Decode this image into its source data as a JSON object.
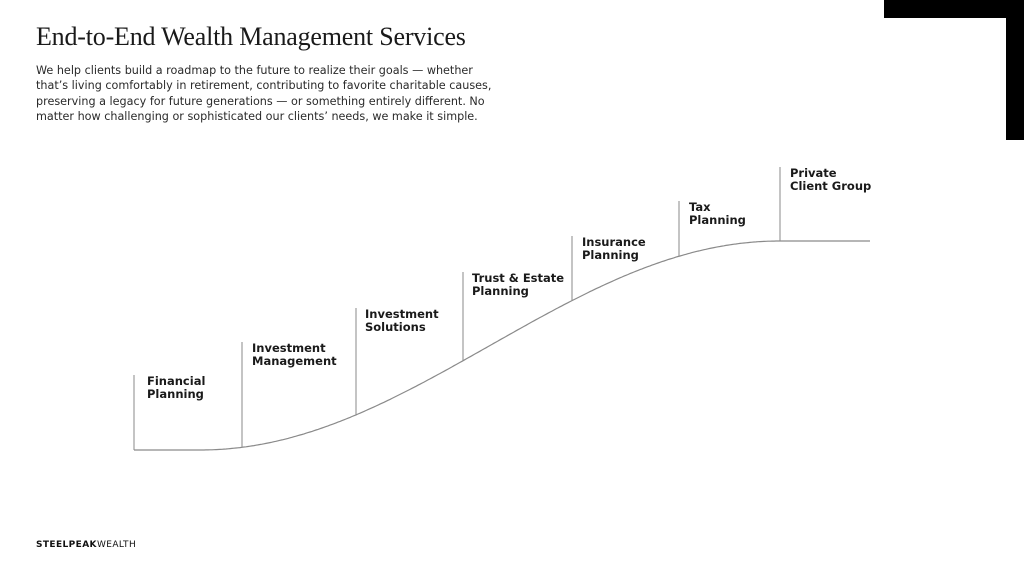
{
  "slide": {
    "title": "End-to-End Wealth Management Services",
    "subtitle": "We help clients build a roadmap to the future to realize their goals — whether that’s living comfortably in retirement, contributing to favorite charitable causes, preserving a legacy for future generations — or something entirely different. No matter how challenging or sophisticated our clients’ needs, we make it simple."
  },
  "steps": [
    {
      "line1": "Financial",
      "line2": "Planning"
    },
    {
      "line1": "Investment",
      "line2": "Management"
    },
    {
      "line1": "Investment",
      "line2": "Solutions"
    },
    {
      "line1": "Trust & Estate",
      "line2": "Planning"
    },
    {
      "line1": "Insurance",
      "line2": "Planning"
    },
    {
      "line1": "Tax",
      "line2": "Planning"
    },
    {
      "line1": "Private",
      "line2": "Client Group"
    }
  ],
  "footer": {
    "logo_bold": "STEELPEAK",
    "logo_light": "WEALTH"
  },
  "colors": {
    "text": "#1a1a1a",
    "line": "#8a8a8a",
    "accent": "#000000"
  }
}
